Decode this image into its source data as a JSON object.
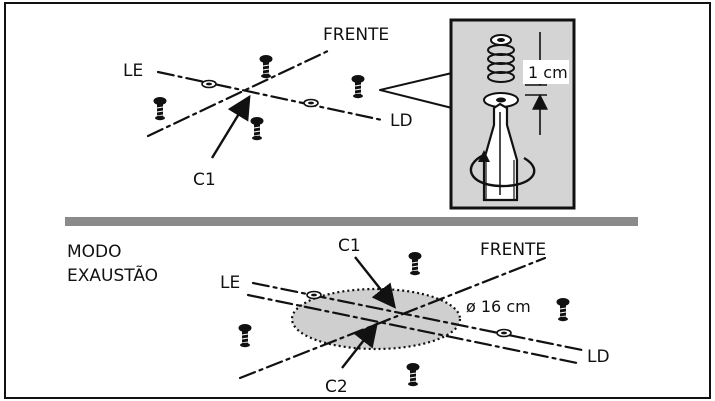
{
  "top": {
    "front_label": "FRENTE",
    "left_label": "LE",
    "right_label": "LD",
    "center_label": "C1",
    "gap_label": "1 cm"
  },
  "bottom": {
    "mode_line1": "MODO",
    "mode_line2": "EXAUSTÃO",
    "front_label": "FRENTE",
    "left_label": "LE",
    "right_label": "LD",
    "center1_label": "C1",
    "center2_label": "C2",
    "diameter_label": "ø 16 cm"
  },
  "colors": {
    "frame": "#111111",
    "divider": "#8a8a8a",
    "inset_bg": "#d4d4d4",
    "circle_fill": "#cfcfcf"
  },
  "icons": {
    "screw": "screw-icon",
    "hole": "hole-icon",
    "arrow": "arrow-icon",
    "screwdriver": "screwdriver-icon"
  }
}
